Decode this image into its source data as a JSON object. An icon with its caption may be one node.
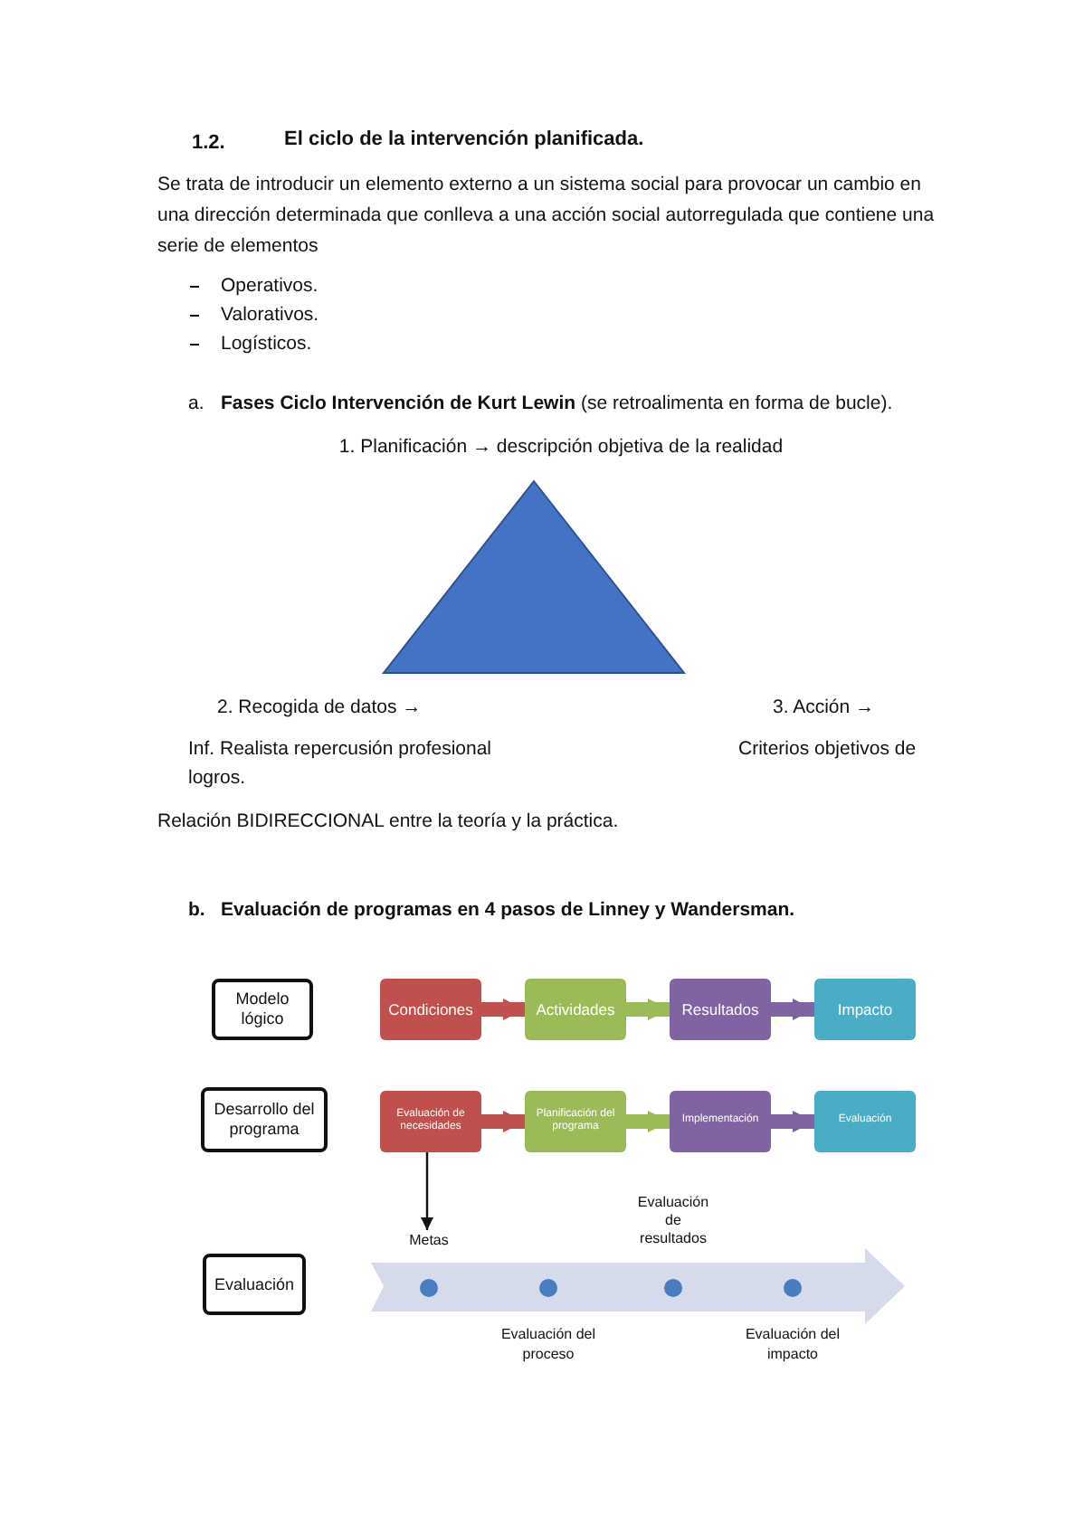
{
  "diagram": {
    "title": "El ciclo de la intervención planificada.",
    "nodes": [
      {
        "text": [
          "Modelo lógico"
        ]
      },
      {
        "text": [
          "Condiciones"
        ]
      },
      {
        "text": [
          "Actividades"
        ]
      },
      {
        "text": [
          "Resultados"
        ]
      },
      {
        "text": [
          "Impacto"
        ]
      },
      {
        "text": [
          "Desarrollo del programa"
        ]
      },
      {
        "text": [
          "Evaluación de necesidades"
        ]
      },
      {
        "text": [
          "Planificación del programa"
        ]
      },
      {
        "text": [
          "Implementación"
        ]
      },
      {
        "text": [
          "Evaluación"
        ]
      },
      {
        "text": [
          "Evaluación"
        ]
      },
      {
        "text": [
          "Metas"
        ]
      }
    ],
    "edges": [
      {
        "from": 1,
        "to": 2,
        "arrow": "to",
        "color": "#c0504d"
      },
      {
        "from": 2,
        "to": 3,
        "arrow": "to",
        "color": "#9bbb59"
      },
      {
        "from": 3,
        "to": 4,
        "arrow": "to",
        "color": "#8064a2"
      },
      {
        "from": 6,
        "to": 7,
        "arrow": "to",
        "color": "#c0504d"
      },
      {
        "from": 7,
        "to": 8,
        "arrow": "to",
        "color": "#9bbb59"
      },
      {
        "from": 8,
        "to": 9,
        "arrow": "to",
        "color": "#8064a2"
      },
      {
        "from": 6,
        "to": 11,
        "arrow": "to",
        "color": "#111111"
      }
    ],
    "labels": [
      "1.2.",
      "Se trata de introducir un elemento externo a un sistema social para provocar un cambio en una dirección determinada que conlleva a una acción social autorregulada que contiene una serie de elementos",
      "Operativos.",
      "Valorativos.",
      "Logísticos.",
      "a.",
      "**Fases Ciclo Intervención de Kurt Lewin** (se retroalimenta en forma de bucle).",
      "1. Planificación → descripción objetiva de la realidad",
      "2. Recogida de datos →",
      "3. Acción →",
      "Inf. Realista repercusión profesional",
      "Criterios objetivos de",
      "logros.",
      "Relación BIDIRECCIONAL entre la teoría y la práctica.",
      "b.",
      "Evaluación de programas en 4 pasos de Linney y Wandersman.",
      "Evaluación de resultados",
      "Evaluación del proceso",
      "Evaluación del impacto"
    ]
  }
}
